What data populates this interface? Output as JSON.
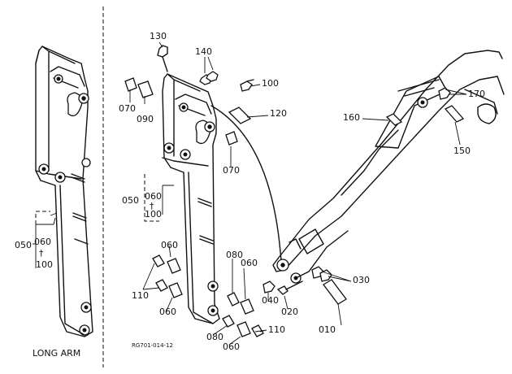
{
  "diagram": {
    "section_caption": "LONG ARM",
    "figure_code": "RG701-014-12",
    "part_numbers": {
      "p010": "010",
      "p020": "020",
      "p030": "030",
      "p040": "040",
      "p050_left": "050",
      "p050_right": "050",
      "p060_left": "060",
      "p060_right": "060",
      "p060_a": "060",
      "p060_b": "060",
      "p060_c": "060",
      "p060_d": "060",
      "p070_a": "070",
      "p070_b": "070",
      "p080_a": "080",
      "p080_b": "080",
      "p090": "090",
      "p100_left": "100",
      "p100_right": "100",
      "p100_top": "100",
      "p110_a": "110",
      "p110_b": "110",
      "p120": "120",
      "p130": "130",
      "p140": "140",
      "p150": "150",
      "p160": "160",
      "p170": "170",
      "range_mark": "†"
    }
  }
}
